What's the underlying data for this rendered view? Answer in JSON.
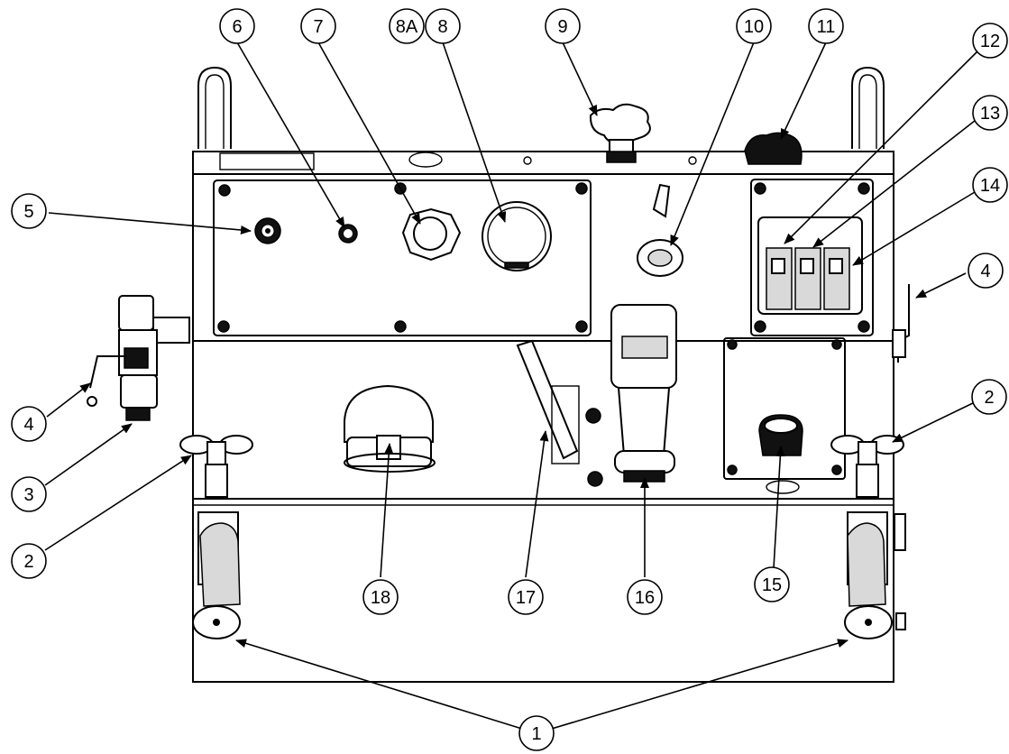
{
  "callouts": [
    {
      "id": "c1",
      "label": "1"
    },
    {
      "id": "c2a",
      "label": "2"
    },
    {
      "id": "c2b",
      "label": "2"
    },
    {
      "id": "c3",
      "label": "3"
    },
    {
      "id": "c4a",
      "label": "4"
    },
    {
      "id": "c4b",
      "label": "4"
    },
    {
      "id": "c5",
      "label": "5"
    },
    {
      "id": "c6",
      "label": "6"
    },
    {
      "id": "c7",
      "label": "7"
    },
    {
      "id": "c8A",
      "label": "8A"
    },
    {
      "id": "c8",
      "label": "8"
    },
    {
      "id": "c9",
      "label": "9"
    },
    {
      "id": "c10",
      "label": "10"
    },
    {
      "id": "c11",
      "label": "11"
    },
    {
      "id": "c12",
      "label": "12"
    },
    {
      "id": "c13",
      "label": "13"
    },
    {
      "id": "c14",
      "label": "14"
    },
    {
      "id": "c15",
      "label": "15"
    },
    {
      "id": "c16",
      "label": "16"
    },
    {
      "id": "c17",
      "label": "17"
    },
    {
      "id": "c18",
      "label": "18"
    }
  ]
}
